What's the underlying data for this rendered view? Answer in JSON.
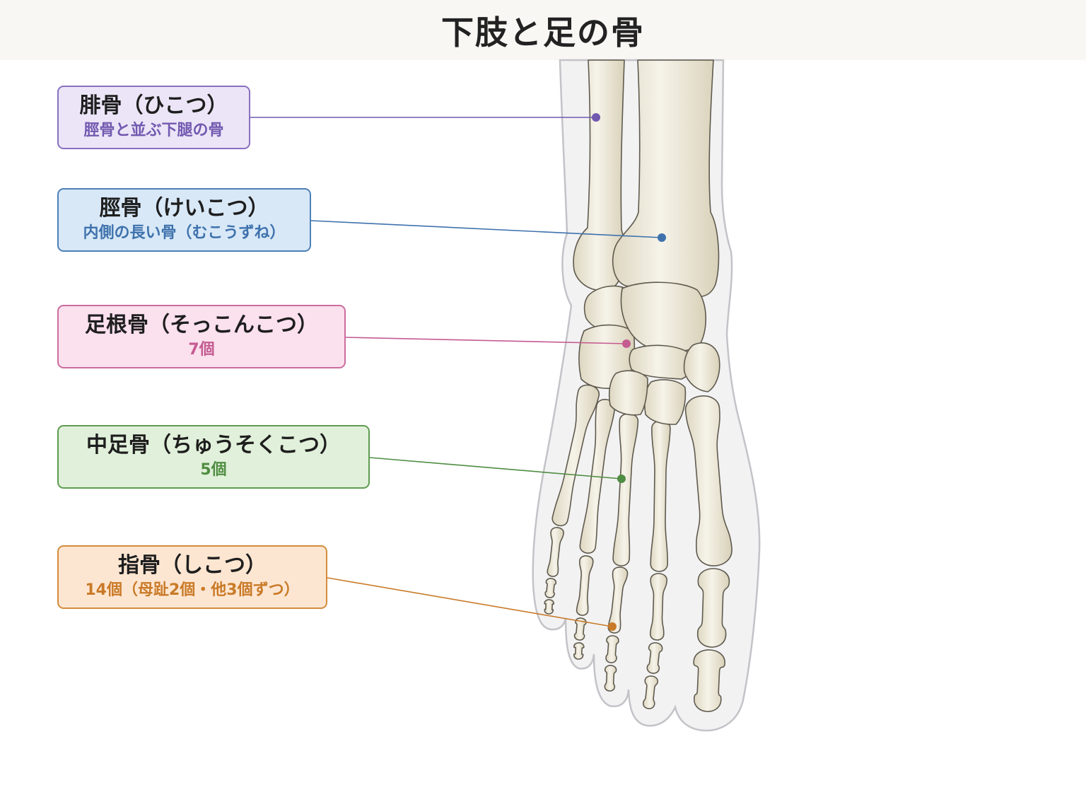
{
  "title": "下肢と足の骨",
  "labels": [
    {
      "name": "腓骨（ひこつ）",
      "sub": "脛骨と並ぶ下腿の骨",
      "border": "#8a70c0",
      "fill": "#ebe5f7",
      "accent": "#7259b0"
    },
    {
      "name": "脛骨（けいこつ）",
      "sub": "内側の長い骨（むこうずね）",
      "border": "#4d80b8",
      "fill": "#d8e8f7",
      "accent": "#3f72ad"
    },
    {
      "name": "足根骨（そっこんこつ）",
      "sub": "7個",
      "border": "#cc6d9f",
      "fill": "#fbe0ed",
      "accent": "#c45b91"
    },
    {
      "name": "中足骨（ちゅうそくこつ）",
      "sub": "5個",
      "border": "#5e9c50",
      "fill": "#e1f0da",
      "accent": "#4f8d42"
    },
    {
      "name": "指骨（しこつ）",
      "sub": "14個（母趾2個・他3個ずつ）",
      "border": "#d38c3e",
      "fill": "#fde6d1",
      "accent": "#c97a28"
    }
  ]
}
